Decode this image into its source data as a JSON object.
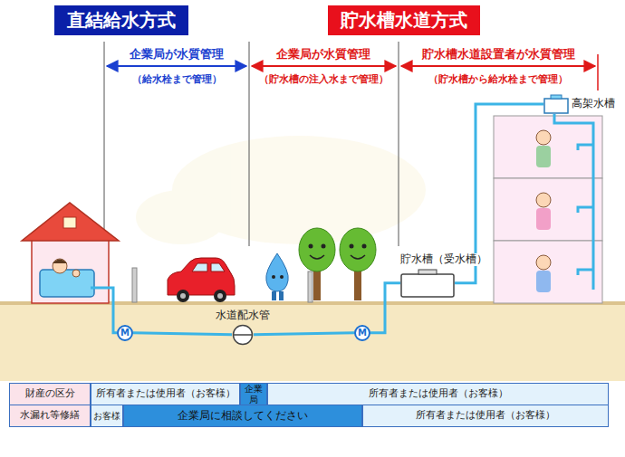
{
  "diagram": {
    "nodes": [
      {
        "text": [
          "直結給水方式"
        ]
      },
      {
        "text": [
          "貯水槽水道方式"
        ]
      },
      {
        "text": [
          "高架水槽"
        ]
      },
      {
        "text": [
          "貯水槽（受水槽）"
        ]
      },
      {
        "text": [
          "水道配水管"
        ]
      },
      {
        "text": [
          "M"
        ]
      },
      {
        "text": [
          "M"
        ]
      },
      {
        "text": [
          "財産の区分"
        ]
      },
      {
        "text": [
          "所有者または使用者（お客様）"
        ]
      },
      {
        "text": [
          "企業局"
        ]
      },
      {
        "text": [
          "所有者または使用者（お客様）"
        ]
      },
      {
        "text": [
          "水漏れ等修繕"
        ]
      },
      {
        "text": [
          "お客様"
        ]
      },
      {
        "text": [
          "企業局に相談してください"
        ]
      },
      {
        "text": [
          "所有者または使用者（お客様）"
        ]
      }
    ],
    "edges": [
      {
        "from": 4,
        "to": 5,
        "arrow": "none"
      },
      {
        "from": 4,
        "to": 6,
        "arrow": "none"
      },
      {
        "from": 6,
        "to": 3,
        "arrow": "none"
      },
      {
        "from": 3,
        "to": 2,
        "arrow": "none"
      }
    ],
    "labels": [
      "企業局が水質管理",
      "（給水栓まで管理）",
      "企業局が水質管理",
      "（貯水槽の注入水まで管理）",
      "貯水槽水道設置者が水質管理",
      "（貯水槽から給水栓まで管理）"
    ]
  }
}
